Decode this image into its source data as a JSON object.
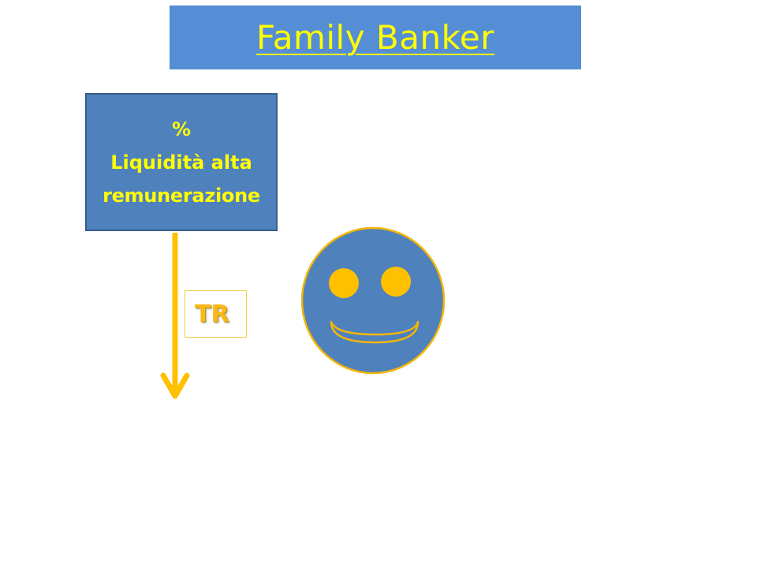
{
  "header": {
    "title": "Family Banker"
  },
  "rate_box": {
    "line1": "%",
    "line2": "Liquidità alta",
    "line3": "remunerazione"
  },
  "arrow_label": {
    "text": "TR"
  },
  "icons": {
    "arrow": "down-arrow-icon",
    "face": "smiley-face-icon"
  },
  "colors": {
    "banner_blue": "#558ed5",
    "box_blue": "#4f81bd",
    "yellow_text": "#ffff00",
    "accent_gold": "#fbb917",
    "arrow_gold": "#ffc000"
  }
}
